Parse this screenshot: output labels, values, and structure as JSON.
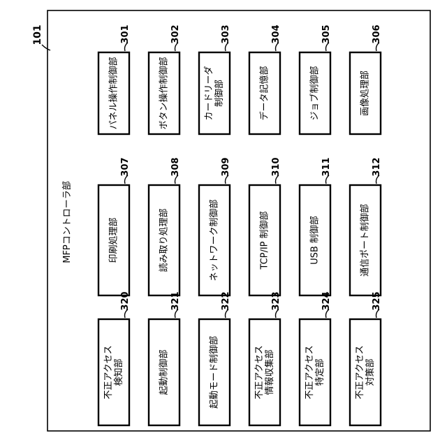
{
  "diagram": {
    "main_ref": "101",
    "controller_label": "MFPコントローラ部",
    "blocks": [
      {
        "num": "301",
        "lines": [
          "パネル操作制御部"
        ]
      },
      {
        "num": "302",
        "lines": [
          "ボタン操作制御部"
        ]
      },
      {
        "num": "303",
        "lines": [
          "カードリーダ",
          "制御部"
        ]
      },
      {
        "num": "304",
        "lines": [
          "データ記憶部"
        ]
      },
      {
        "num": "305",
        "lines": [
          "ジョブ制御部"
        ]
      },
      {
        "num": "306",
        "lines": [
          "画像処理部"
        ]
      },
      {
        "num": "307",
        "lines": [
          "印刷処理部"
        ]
      },
      {
        "num": "308",
        "lines": [
          "読み取り処理部"
        ]
      },
      {
        "num": "309",
        "lines": [
          "ネットワーク制御部"
        ]
      },
      {
        "num": "310",
        "lines": [
          "TCP/IP 制御部"
        ]
      },
      {
        "num": "311",
        "lines": [
          "USB 制御部"
        ]
      },
      {
        "num": "312",
        "lines": [
          "通信ポート制御部"
        ]
      },
      {
        "num": "320",
        "lines": [
          "不正アクセス",
          "検知部"
        ]
      },
      {
        "num": "321",
        "lines": [
          "起動制御部"
        ]
      },
      {
        "num": "322",
        "lines": [
          "起動モード制御部"
        ]
      },
      {
        "num": "323",
        "lines": [
          "不正アクセス",
          "情報収集部"
        ]
      },
      {
        "num": "324",
        "lines": [
          "不正アクセス",
          "特定部"
        ]
      },
      {
        "num": "325",
        "lines": [
          "不正アクセス",
          "対策部"
        ]
      }
    ]
  }
}
